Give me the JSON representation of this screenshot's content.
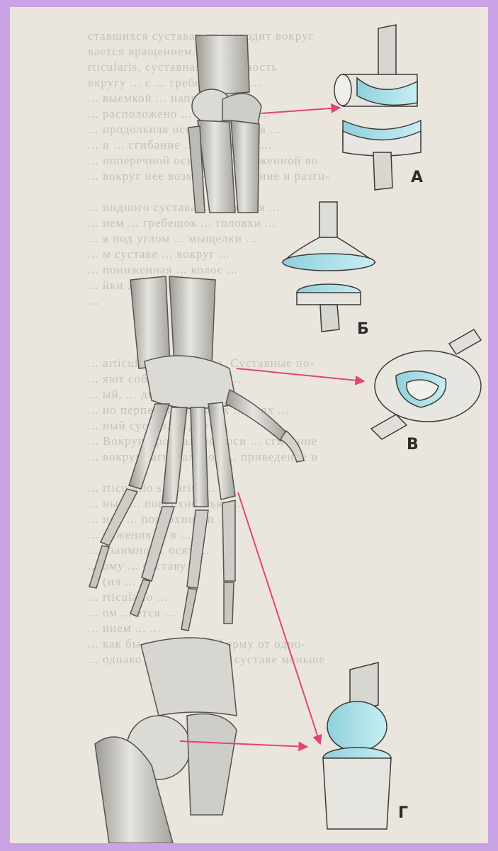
{
  "labels": {
    "a": "А",
    "b": "Б",
    "v": "В",
    "g": "Г"
  },
  "colors": {
    "frame": "#c9a3e6",
    "paper": "#ebe6dd",
    "arrow": "#e0447a",
    "bone": "#d4d2cc",
    "bone_shadow": "#8e8c88",
    "joint_surface": "#a8dce6"
  },
  "bg_text_lines": [
    "ставшихся суставах происходит вокруг",
    "вается вращением.",
    "rticularis, суставная поверхность",
    "вкругу ... с ... гребень ... до ...",
    "... выемкой ... направление ...",
    "... расположено ... поперечно ...",
    "... продольная ось ... движения ...",
    "... и ... сгибание ... Движения ...",
    "... поперечной оси ... расположенной во",
    "... вокруг нее возможно сгибание и разги-",
    "",
    "... индного сустава ... является ...",
    "... ием ... гребешок ... головки ...",
    "... я под углом ... мыщелки ...",
    "... м суставе ... вокруг ...",
    "... пониженная ... колос ...",
    "... йки ... сгибание ...",
    "...",
    "",
    "",
    "",
    "... articulatio ellipsoidea. Суставные по-",
    "... яют собой ... эллипса ...",
    "... ый, ... движения ...",
    "... но перпендикулярных ... осях ...",
    "... ный сустав, ... две ...",
    "... Вокруг фронтальной оси ... сгибание",
    "... вокруг сагиттальной ... приведение и",
    "",
    "... rticulatio sellaris, ... ...",
    "... ный ... поверхностью ...",
    "... ное ... поверхности ...",
    "... вижения ... в ...",
    "... взаимно ... осях ...",
    "... ому ... суставу ...",
    "... (ил ... ...",
    "... rticulatio ...",
    "... ом ... ется ...",
    "... нием ... ...",
    "... как бы переходную форму от одно-",
    "... однако в блоковидном суставе меньше"
  ]
}
